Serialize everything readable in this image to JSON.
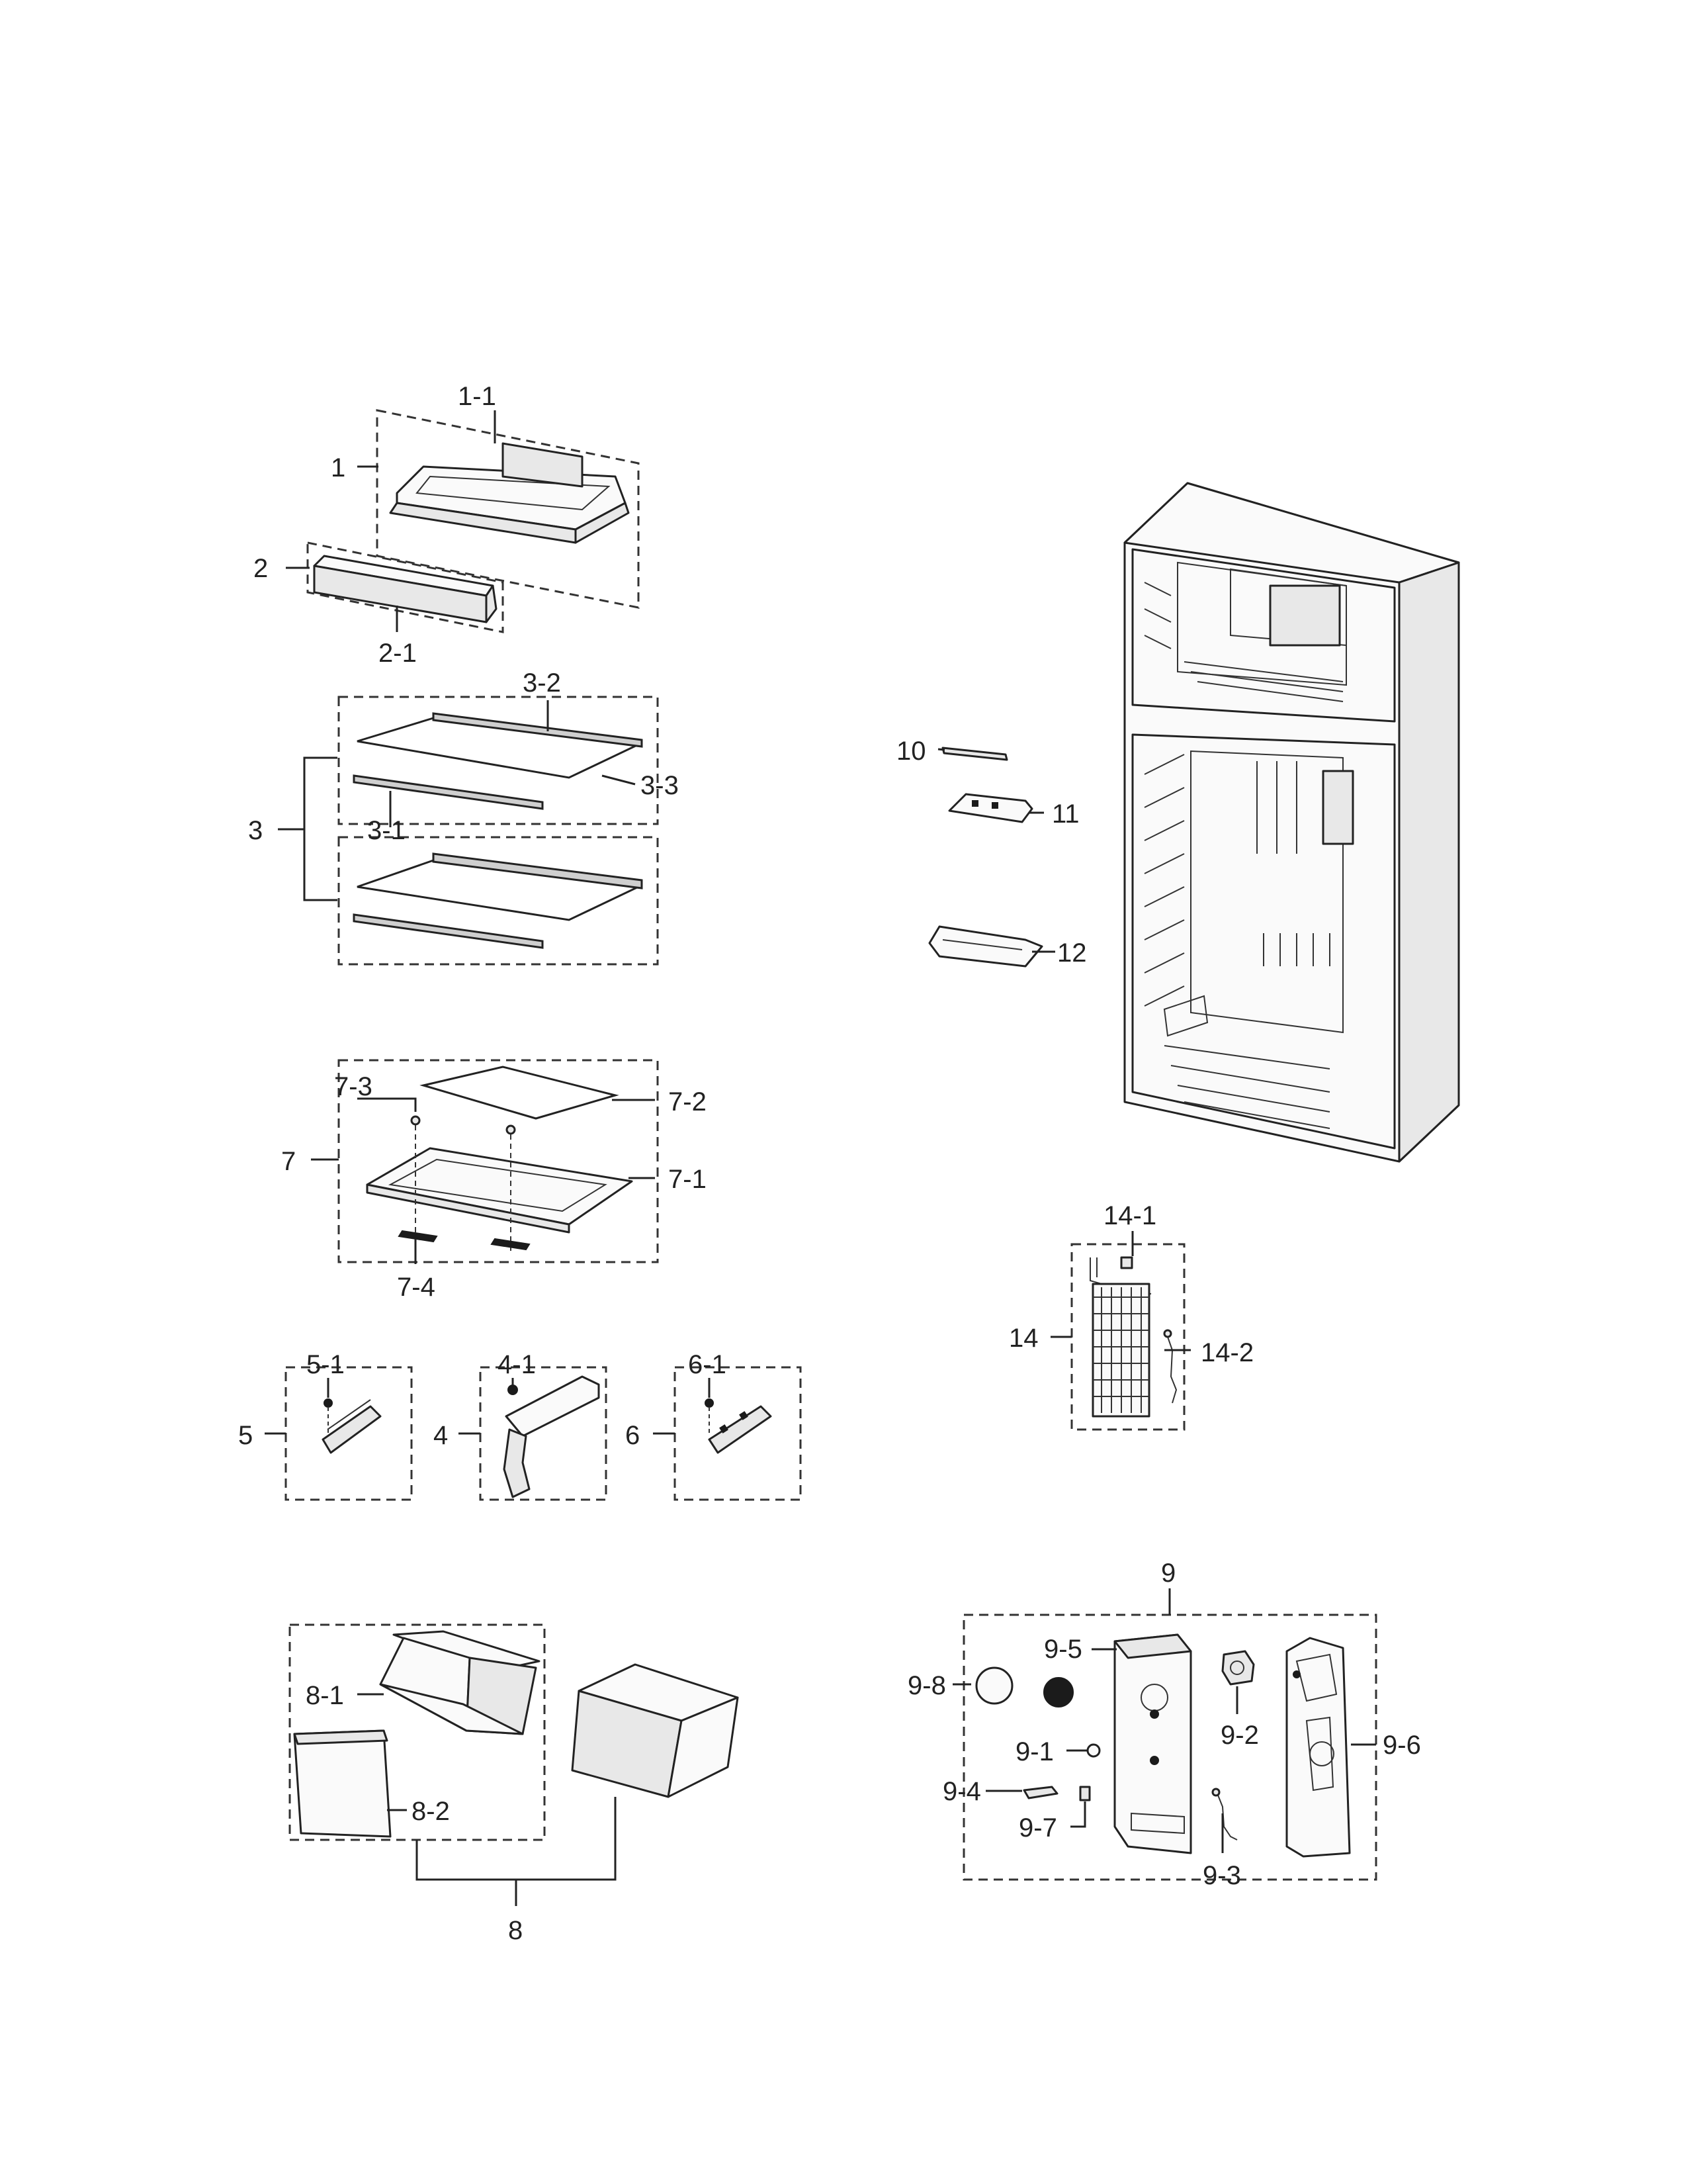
{
  "callouts": {
    "c1": "1",
    "c1_1": "1-1",
    "c2": "2",
    "c2_1": "2-1",
    "c3": "3",
    "c3_1": "3-1",
    "c3_2": "3-2",
    "c3_3": "3-3",
    "c4": "4",
    "c4_1": "4-1",
    "c5": "5",
    "c5_1": "5-1",
    "c6": "6",
    "c6_1": "6-1",
    "c7": "7",
    "c7_1": "7-1",
    "c7_2": "7-2",
    "c7_3": "7-3",
    "c7_4": "7-4",
    "c8": "8",
    "c8_1": "8-1",
    "c8_2": "8-2",
    "c9": "9",
    "c9_1": "9-1",
    "c9_2": "9-2",
    "c9_3": "9-3",
    "c9_4": "9-4",
    "c9_5": "9-5",
    "c9_6": "9-6",
    "c9_7": "9-7",
    "c9_8": "9-8",
    "c10": "10",
    "c11": "11",
    "c12": "12",
    "c14": "14",
    "c14_1": "14-1",
    "c14_2": "14-2"
  },
  "colors": {
    "line": "#222222",
    "background": "#ffffff",
    "fill_dark": "#1b1b1b"
  }
}
